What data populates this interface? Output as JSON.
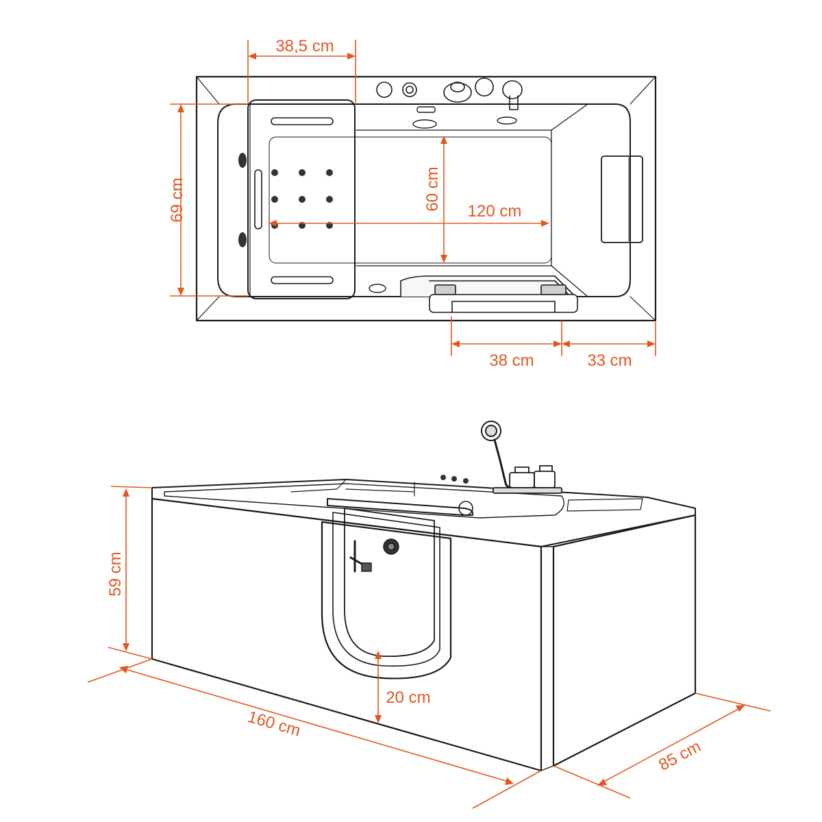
{
  "top_view": {
    "dims": {
      "seat_width": "38,5 cm",
      "width": "69 cm",
      "inner_width": "60 cm",
      "inner_length": "120 cm",
      "door_width": "38 cm",
      "door_offset": "33 cm"
    }
  },
  "perspective_view": {
    "dims": {
      "height": "59 cm",
      "step_height": "20 cm",
      "length": "160 cm",
      "depth": "85 cm"
    }
  },
  "colors": {
    "dimension": "#e2561f",
    "outline": "#1a1a1a",
    "glass": "#b9c7d3"
  }
}
